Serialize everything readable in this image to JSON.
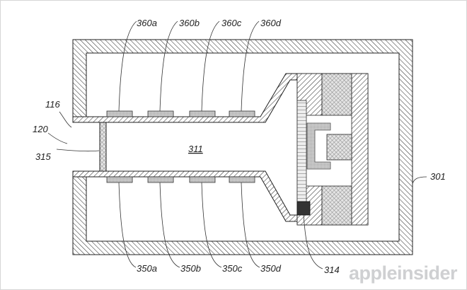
{
  "figure": {
    "type": "patent-cross-section",
    "labels": {
      "housing": "301",
      "cavity": "311",
      "membrane": "315",
      "sensor": "314",
      "port": "120",
      "port_wall": "116",
      "top_elements": [
        "360a",
        "360b",
        "360c",
        "360d"
      ],
      "bottom_elements": [
        "350a",
        "350b",
        "350c",
        "350d"
      ]
    },
    "colors": {
      "line": "#222222",
      "pad_fill": "#b8b8b8",
      "sensor_fill": "#333333",
      "bracket_fill": "#c8c8c8"
    }
  },
  "watermark": {
    "text": "appleinsider"
  }
}
